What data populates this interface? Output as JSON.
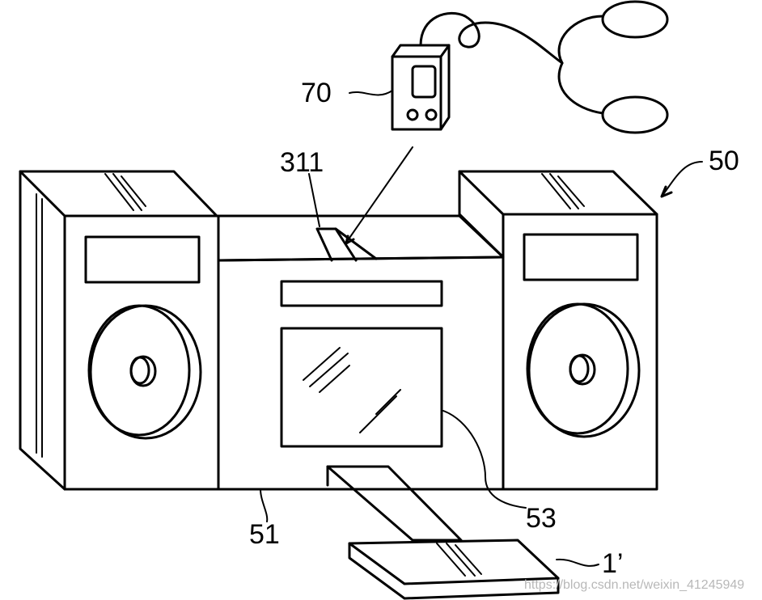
{
  "labels": {
    "player": "70",
    "slot": "311",
    "system": "50",
    "base": "51",
    "display": "53",
    "card": "1’"
  },
  "watermark": "https://blog.csdn.net/weixin_41245949"
}
